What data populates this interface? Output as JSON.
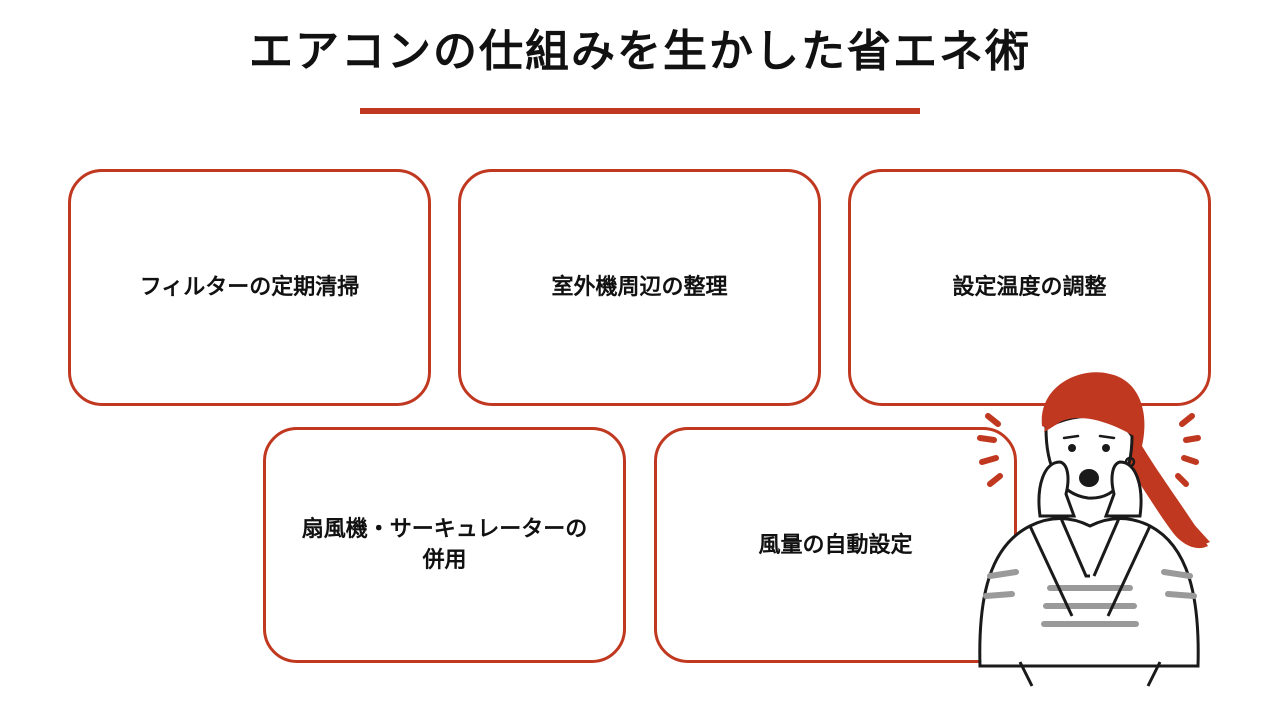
{
  "title": "エアコンの仕組みを生かした省エネ術",
  "accent_color": "#c0381f",
  "cards": [
    {
      "label": "フィルターの定期清掃"
    },
    {
      "label": "室外機周辺の整理"
    },
    {
      "label": "設定温度の調整"
    },
    {
      "label": "扇風機・サーキュレーターの\n併用"
    },
    {
      "label": "風量の自動設定"
    }
  ],
  "illustration": {
    "icon": "surprised-woman-icon"
  }
}
